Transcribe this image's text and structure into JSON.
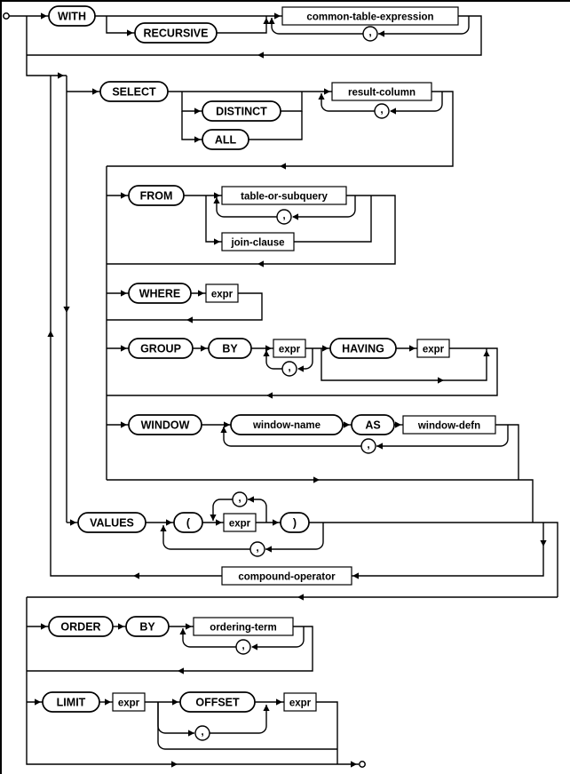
{
  "diagram": {
    "name": "select-stmt-railroad-diagram",
    "colors": {
      "line": "#000000",
      "box_fill": "#ffffff",
      "background": "#ffffff"
    },
    "nodes": {
      "with": {
        "label": "WITH",
        "kind": "keyword"
      },
      "recursive": {
        "label": "RECURSIVE",
        "kind": "keyword"
      },
      "common_table_expression": {
        "label": "common-table-expression",
        "kind": "nonterminal"
      },
      "comma": {
        "label": ",",
        "kind": "keyword"
      },
      "select": {
        "label": "SELECT",
        "kind": "keyword"
      },
      "distinct": {
        "label": "DISTINCT",
        "kind": "keyword"
      },
      "all": {
        "label": "ALL",
        "kind": "keyword"
      },
      "result_column": {
        "label": "result-column",
        "kind": "nonterminal"
      },
      "from": {
        "label": "FROM",
        "kind": "keyword"
      },
      "table_or_subquery": {
        "label": "table-or-subquery",
        "kind": "nonterminal"
      },
      "join_clause": {
        "label": "join-clause",
        "kind": "nonterminal"
      },
      "where": {
        "label": "WHERE",
        "kind": "keyword"
      },
      "expr": {
        "label": "expr",
        "kind": "nonterminal"
      },
      "group": {
        "label": "GROUP",
        "kind": "keyword"
      },
      "by": {
        "label": "BY",
        "kind": "keyword"
      },
      "having": {
        "label": "HAVING",
        "kind": "keyword"
      },
      "window": {
        "label": "WINDOW",
        "kind": "keyword"
      },
      "window_name": {
        "label": "window-name",
        "kind": "name"
      },
      "as": {
        "label": "AS",
        "kind": "keyword"
      },
      "window_defn": {
        "label": "window-defn",
        "kind": "nonterminal"
      },
      "values": {
        "label": "VALUES",
        "kind": "keyword"
      },
      "lparen": {
        "label": "(",
        "kind": "keyword"
      },
      "rparen": {
        "label": ")",
        "kind": "keyword"
      },
      "compound_operator": {
        "label": "compound-operator",
        "kind": "nonterminal"
      },
      "order": {
        "label": "ORDER",
        "kind": "keyword"
      },
      "ordering_term": {
        "label": "ordering-term",
        "kind": "nonterminal"
      },
      "limit": {
        "label": "LIMIT",
        "kind": "keyword"
      },
      "offset": {
        "label": "OFFSET",
        "kind": "keyword"
      }
    }
  }
}
